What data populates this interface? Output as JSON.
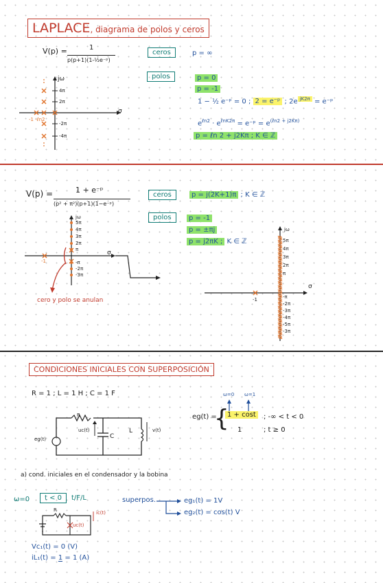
{
  "section1": {
    "title_main": "LAPLACE",
    "title_rest": ", diagrama de polos y ceros",
    "V_lhs": "V(p) =",
    "V_num": "1",
    "V_den": "p(p+1)(1-½e⁻ᵖ)",
    "ceros_label": "ceros",
    "ceros_value": "p = ∞",
    "polos_label": "polos",
    "polo1": "p = 0",
    "polo2": "p = -1",
    "eq1": "1 − ½ e⁻ᵖ = 0 ;",
    "eq1b": "2 = e⁻ᵖ",
    "eq1c": "; 2e",
    "eq1d": "jK2π",
    "eq1e": "= e⁻ᵖ",
    "eq2a": "e",
    "eq2a_sup": "ℓn2",
    "eq2b": "· e",
    "eq2b_sup": "ℓnK2π",
    "eq2c": "= e⁻ᵖ = e",
    "eq2c_sup": "(ℓn2 + j2Kπ)",
    "result": "p = ℓn 2 + j2Kπ ; K ∈ ℤ",
    "axis_jw": "jω",
    "axis_sigma": "σ",
    "ticks": [
      "4π",
      "2π",
      "-2π",
      "-4π"
    ],
    "neg_labels": "-1 -ℓn2"
  },
  "section2": {
    "V_lhs": "V(p) =",
    "V_num": "1 + e⁻ᵖ",
    "V_den": "(p² + π²)(p+1)(1−e⁻ᵖ)",
    "ceros_label": "ceros",
    "ceros_value": "p = j(2K+1)π",
    "ceros_value2": "; K ∈ ℤ",
    "polos_label": "polos",
    "polo1": "p = -1",
    "polo2": "p = ±πj",
    "polo3": "p = j2πK ;",
    "polo3b": "K ∈ ℤ",
    "annotation": "cero y polo se anulan",
    "axis_jw": "jω",
    "axis_sigma": "σ",
    "small_ticks": [
      "5π",
      "4π",
      "3π",
      "2π",
      "π",
      "-π",
      "-2π",
      "-3π"
    ],
    "neg_one": "-1",
    "big_ticks": [
      "5π",
      "4π",
      "3π",
      "2π",
      "π",
      "-π",
      "-2π",
      "-3π",
      "-4π",
      "-5π",
      "-3π"
    ],
    "big_neg_one": "-1"
  },
  "section3": {
    "title": "CONDICIONES INICIALES CON SUPERPOSICIÓN",
    "params": "R = 1 ; L = 1 H ; C = 1 F",
    "circuit_R": "R",
    "circuit_L": "L",
    "circuit_C": "C",
    "circuit_uc": "uc(t)",
    "circuit_v": "v(t)",
    "circuit_eg": "eg(t)",
    "eg_lhs": "eg(t) =",
    "eg_line1": "1 + cost",
    "eg_line1_cond": "; -∞ < t < 0",
    "eg_line2": "1",
    "eg_line2_cond": "; t ≥ 0",
    "w0": "ω=0",
    "w1": "ω=1",
    "item_a": "a) cond. iniciales en el condensador y la bobina",
    "w0_label": "ω=0",
    "t_cond": "t < 0",
    "t_cond_rest": "t/F/L",
    "superpos": "superpos.",
    "eg1": "eg₁(t) = 1V",
    "eg2": "eg₂(t) = cos(t) V",
    "small_R": "R",
    "small_uc": "uc(t)",
    "small_ic": "ic(t)",
    "vc_line": "Vc₁(t) = 0 (V)",
    "il_line_a": "iL₁(t) =",
    "il_line_b": "1",
    "il_line_c": "= 1 (A)"
  },
  "colors": {
    "red": "#c0392b",
    "blue": "#1f4e9a",
    "teal": "#0e7b74",
    "orange": "#e0722a",
    "green_highlight": "#8fe26a",
    "yellow_highlight": "#fbf36a"
  }
}
